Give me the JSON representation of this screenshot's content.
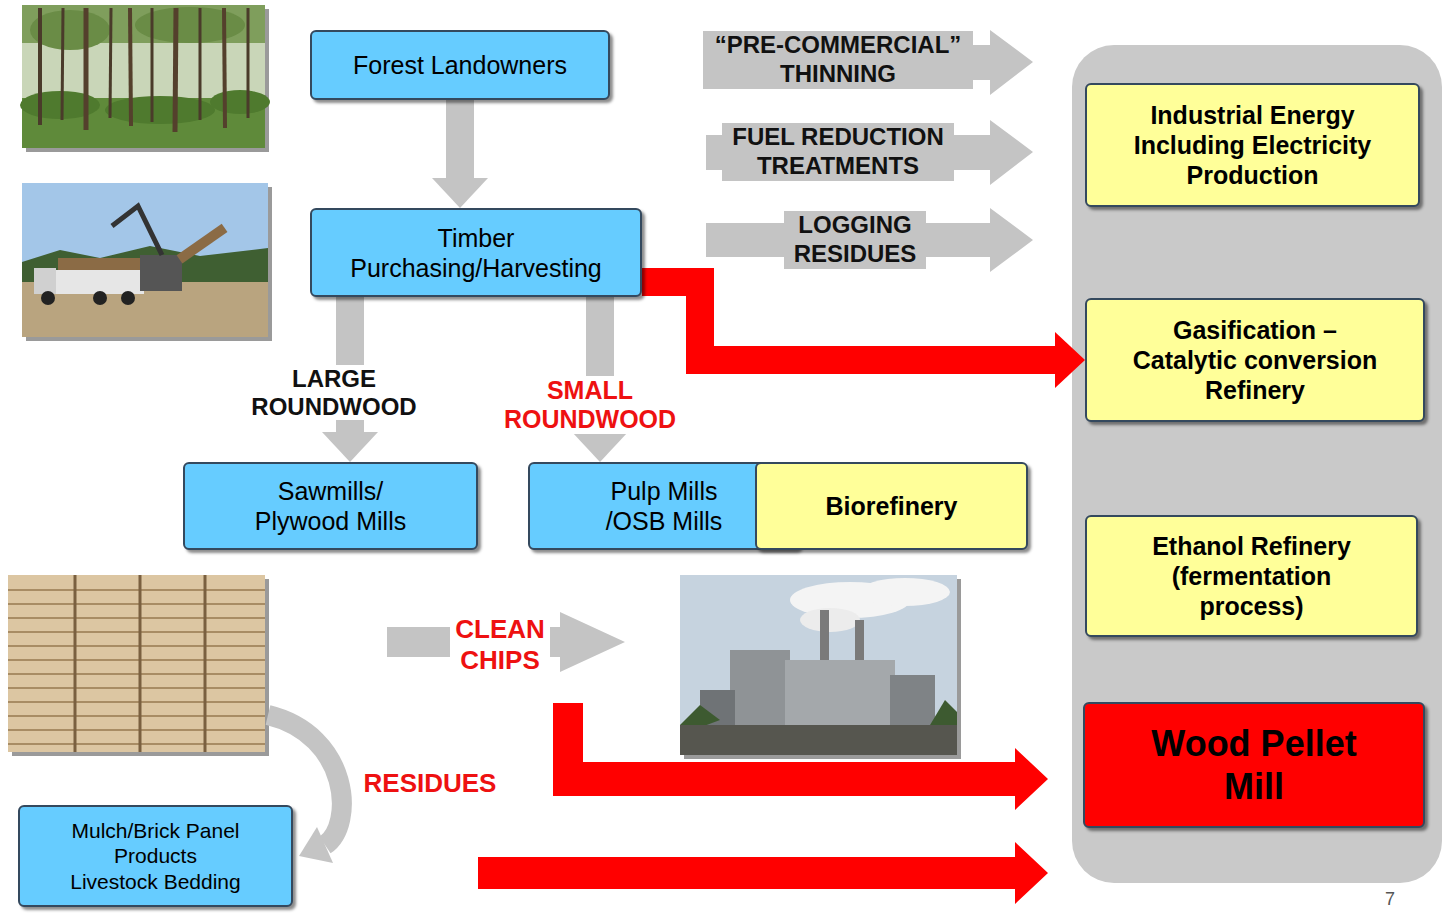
{
  "diagram": {
    "nodes": [
      {
        "text": [
          "Forest Landowners"
        ]
      },
      {
        "text": [
          "Timber Purchasing/Harvesting"
        ]
      },
      {
        "text": [
          "Sawmills/ Plywood Mills"
        ]
      },
      {
        "text": [
          "Pulp Mills /OSB Mills"
        ]
      },
      {
        "text": [
          "Biorefinery"
        ]
      },
      {
        "text": [
          "Mulch/Brick Panel Products Livestock Bedding"
        ]
      },
      {
        "text": [
          "Industrial Energy Including Electricity Production"
        ]
      },
      {
        "text": [
          "Gasification – Catalytic conversion Refinery"
        ]
      },
      {
        "text": [
          "Ethanol Refinery (fermentation process)"
        ]
      },
      {
        "text": [
          "Wood Pellet Mill"
        ]
      }
    ],
    "edges": [
      {
        "from": 0,
        "to": 1,
        "arrow": "to"
      },
      {
        "from": 1,
        "to": 2,
        "label": "LARGE ROUNDWOOD",
        "arrow": "to"
      },
      {
        "from": 1,
        "to": 3,
        "label": "SMALL ROUNDWOOD",
        "arrow": "to"
      },
      {
        "from": 1,
        "to": 7,
        "arrow": "to"
      }
    ],
    "labels": [
      "“PRE-COMMERCIAL” THINNING",
      "FUEL REDUCTION TREATMENTS",
      "LOGGING RESIDUES",
      "CLEAN CHIPS",
      "RESIDUES",
      "7"
    ]
  }
}
